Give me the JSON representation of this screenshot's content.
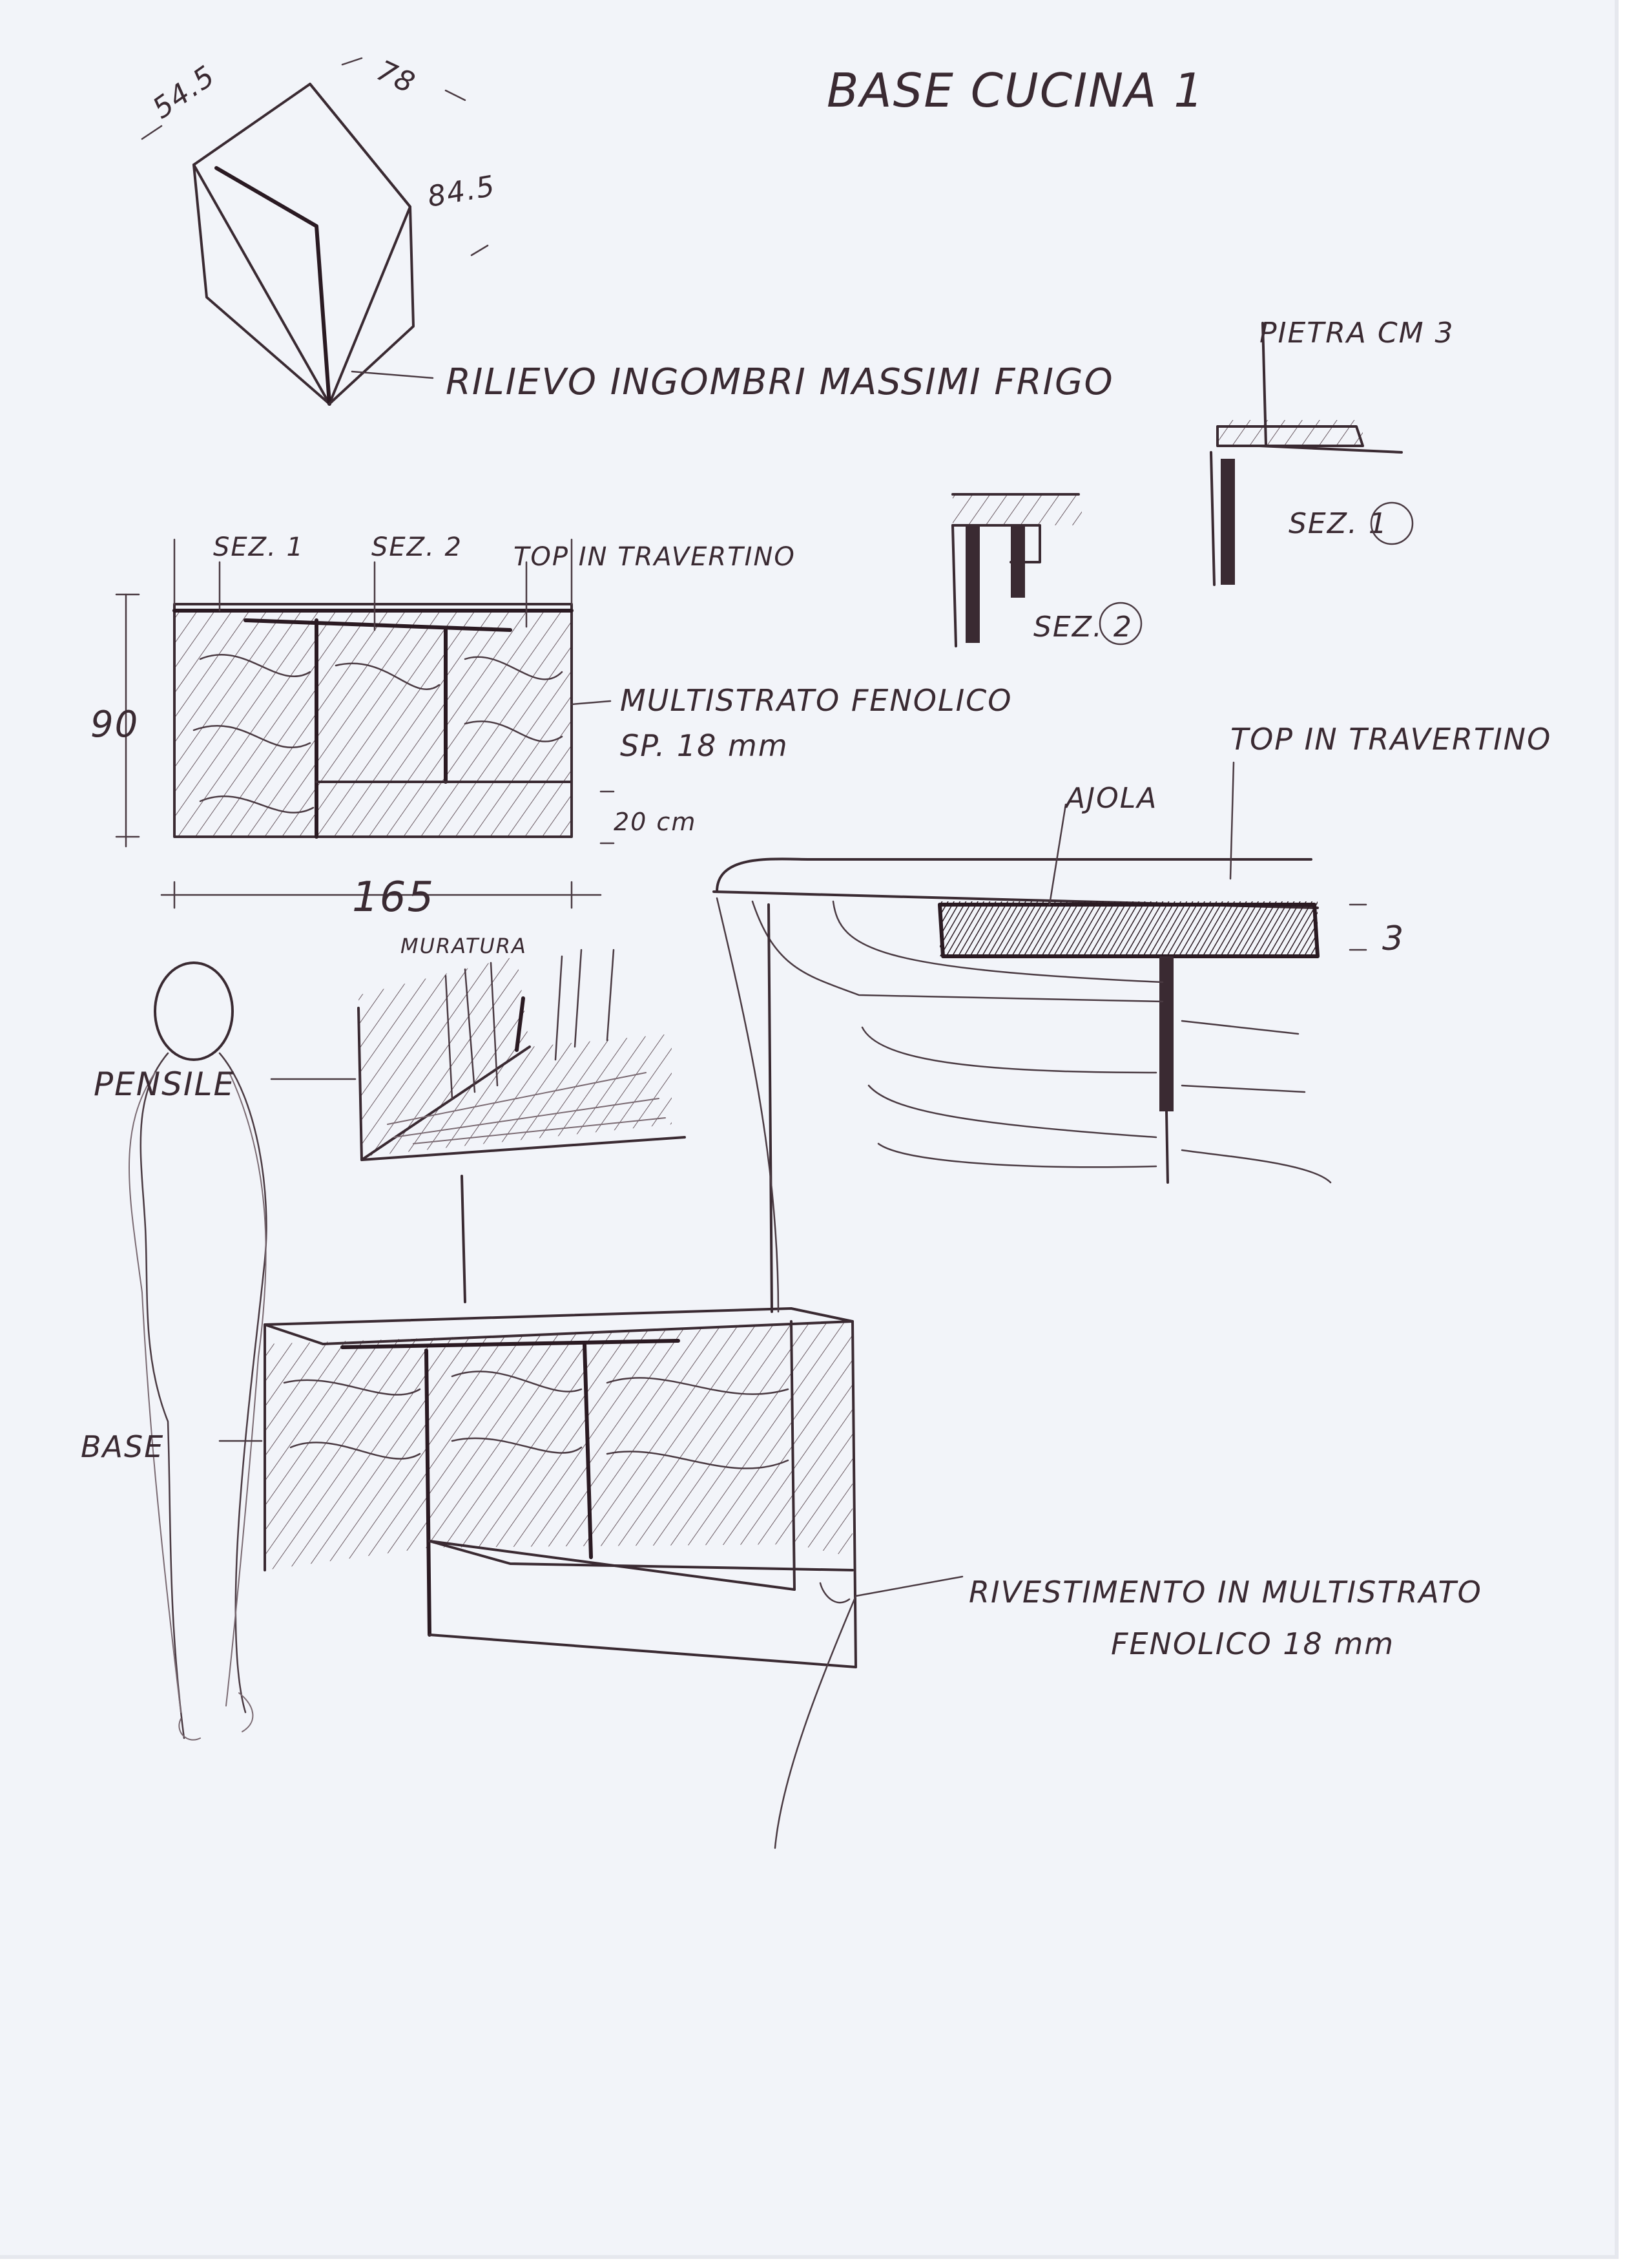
{
  "title": "BASE CUCINA 1",
  "fridge": {
    "dim_depth": "54.5",
    "dim_width": "78",
    "dim_height": "84.5",
    "caption": "RILIEVO INGOMBRI MASSIMI FRIGO"
  },
  "sections": {
    "stone_label": "PIETRA CM 3",
    "sec1_label": "SEZ. 1",
    "sec2_label": "SEZ. 2"
  },
  "elevation": {
    "sez1": "SEZ. 1",
    "sez2": "SEZ. 2",
    "top": "TOP IN TRAVERTINO",
    "height": "90",
    "width": "165",
    "gap": "20 cm",
    "material_line1": "MULTISTRATO FENOLICO",
    "material_line2": "SP. 18 mm"
  },
  "detail": {
    "ajola": "AJOLA",
    "top": "TOP IN TRAVERTINO",
    "thickness": "3"
  },
  "perspective": {
    "muratura": "MURATURA",
    "pensile": "PENSILE",
    "base": "BASE",
    "cladding_line1": "RIVESTIMENTO IN MULTISTRATO",
    "cladding_line2": "FENOLICO 18 mm"
  }
}
